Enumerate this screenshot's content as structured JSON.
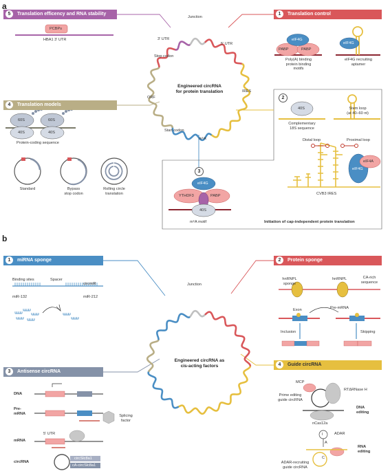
{
  "panel_a": {
    "letter": "a",
    "center_title_line1": "Engineered circRNA",
    "center_title_line2": "for protein translation",
    "ring_labels": {
      "junction": "Junction",
      "utr3": "3′ UTR",
      "utr5": "5′ UTR",
      "stop_codon": "Stop codon",
      "orf": "ORF",
      "ires": "IRES",
      "start_codon": "Start codon",
      "m6a": "m⁶A"
    },
    "boxes": {
      "b5": {
        "num": "5",
        "title": "Translation efficency and RNA stability",
        "color": "#a763a8"
      },
      "b1": {
        "num": "1",
        "title": "Translation control",
        "color": "#d9575a"
      },
      "b4": {
        "num": "4",
        "title": "Translation models",
        "color": "#b9ae86"
      },
      "b2": {
        "num": "2"
      },
      "b3": {
        "num": "3"
      }
    },
    "labels": {
      "pcbps": "PCBPs",
      "hba1": "HBA1 3′ UTR",
      "eif4g": "eIF4G",
      "pabp": "PABP",
      "polya_l1": "Poly(A) binding",
      "polya_l2": "protein binding",
      "polya_l3": "motifs",
      "aptamer_l1": "eIF4G recruiting",
      "aptamer_l2": "aptamer",
      "s60": "60S",
      "s40": "40S",
      "pcs": "Protein-coding sequence",
      "standard": "Standard",
      "bypass_l1": "Bypass",
      "bypass_l2": "stop codon",
      "rolling_l1": "Rolling circle",
      "rolling_l2": "translation",
      "comp_l1": "Complementary",
      "comp_l2": "18S sequence",
      "stem_l1": "Stem loop",
      "stem_l2": "(at 40–60 nt)",
      "distal": "Distal loop",
      "proximal": "Proximal loop",
      "eif4a": "eIF4A",
      "cvb3": "CVB3 IRES",
      "initiation": "Initiation of cap-independent protein translation",
      "ythdf3": "YTHDF3",
      "m6a_motif": "m⁶A motif"
    }
  },
  "panel_b": {
    "letter": "b",
    "center_title_line1": "Engineered circRNA as",
    "center_title_line2": "cis-acting factors",
    "junction": "Junction",
    "boxes": {
      "b1": {
        "num": "1",
        "title": "miRNA sponge",
        "color": "#4a8ec4"
      },
      "b2": {
        "num": "2",
        "title": "Protein sponge",
        "color": "#d9575a"
      },
      "b3": {
        "num": "3",
        "title": "Antisense circRNA",
        "color": "#8592a8"
      },
      "b4": {
        "num": "4",
        "title": "Guide circRNA",
        "color": "#e6bf3f"
      }
    },
    "labels": {
      "binding_sites": "Binding sites",
      "spacer": "Spacer",
      "circmir": "circmiR",
      "mir132": "miR-132",
      "mir212": "miR-212",
      "hnrnpl_sponge_l1": "hnRNPL",
      "hnrnpl_sponge_l2": "sponge",
      "hnrnpl": "hnRNPL",
      "ca_rich_l1": "CA-rich",
      "ca_rich_l2": "sequence",
      "exon": "Exon",
      "pre_mrna": "Pre-mRNA",
      "inclusion": "Inclusion",
      "skipping": "Skipping",
      "dna": "DNA",
      "pre_l1": "Pre-",
      "pre_l2": "mRNA",
      "splicing_l1": "Splicing",
      "splicing_l2": "factor",
      "mrna": "mRNA",
      "utr5": "5′ UTR",
      "circrna": "circRNA",
      "circ_slc": "circSlc8a1",
      "ca_circ_slc": "cA-circSlc8a1",
      "mcp": "MCP",
      "rt": "RTΔRNase H",
      "prime_l1": "Prime editing",
      "prime_l2": "guide circRNA",
      "dna_editing_l1": "DNA",
      "dna_editing_l2": "editing",
      "ncas12a": "nCas12a",
      "adar": "ADAR",
      "i_letter": "I",
      "a_letter": "A",
      "c_letter": "C",
      "rna_editing_l1": "RNA",
      "rna_editing_l2": "editing",
      "adar_guide_l1": "ADAR-recruiting",
      "adar_guide_l2": "guide circRNA"
    }
  },
  "colors": {
    "ring": [
      "#a763a8",
      "#c0c0c0",
      "#4a8ec4",
      "#d9575a",
      "#e6bf3f",
      "#b9ae86"
    ],
    "dark_red": "#8b2530"
  }
}
